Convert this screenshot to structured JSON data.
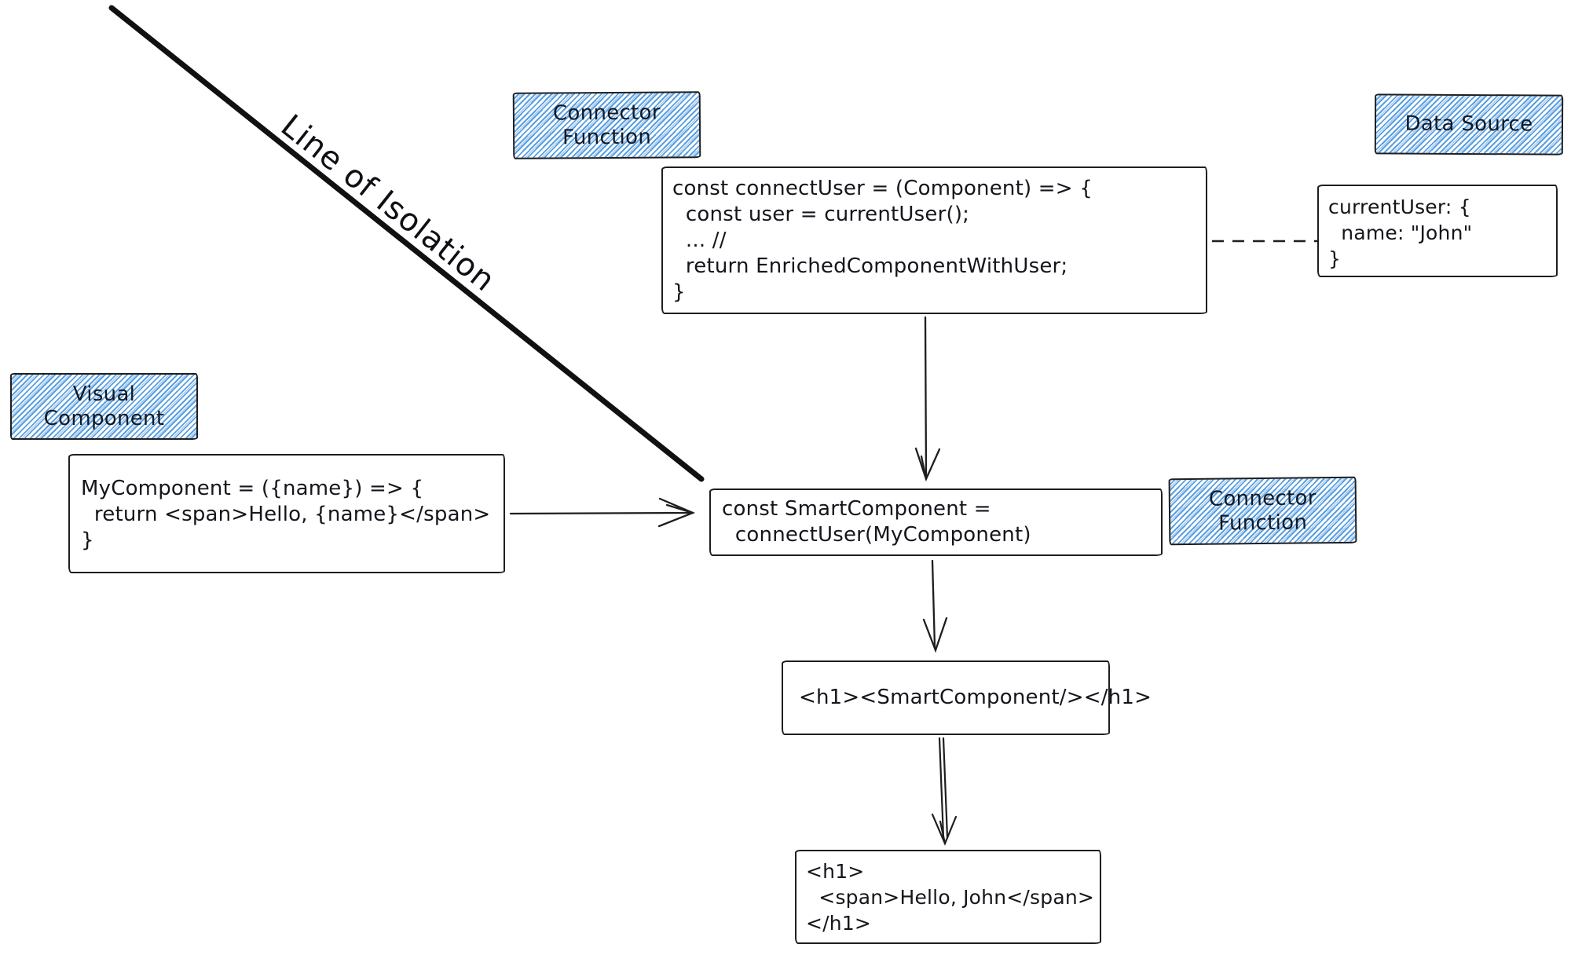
{
  "colors": {
    "stroke": "#1e1e1e",
    "hatch_blue": "#5b9fe0",
    "background": "#ffffff"
  },
  "isolation": {
    "label": "Line of Isolation"
  },
  "labels": {
    "connector_top": {
      "line1": "Connector",
      "line2": "Function"
    },
    "data_source": {
      "line1": "Data Source"
    },
    "visual_component": {
      "line1": "Visual",
      "line2": "Component"
    },
    "connector_mid": {
      "line1": "Connector",
      "line2": "Function"
    }
  },
  "code_boxes": {
    "connect_user": {
      "lines": [
        "const connectUser = (Component) => {",
        "  const user = currentUser();",
        "  ... //",
        "  return EnrichedComponentWithUser;",
        "}"
      ]
    },
    "current_user": {
      "lines": [
        "currentUser: {",
        "  name: \"John\"",
        "}"
      ]
    },
    "my_component": {
      "lines": [
        "MyComponent = ({name}) => {",
        "  return <span>Hello, {name}</span>",
        "}"
      ]
    },
    "smart_component": {
      "lines": [
        "const SmartComponent =",
        "  connectUser(MyComponent)"
      ]
    },
    "jsx_usage": {
      "lines": [
        "<h1><SmartComponent/></h1>"
      ]
    },
    "rendered_output": {
      "lines": [
        "<h1>",
        "  <span>Hello, John</span>",
        "</h1>"
      ]
    }
  }
}
